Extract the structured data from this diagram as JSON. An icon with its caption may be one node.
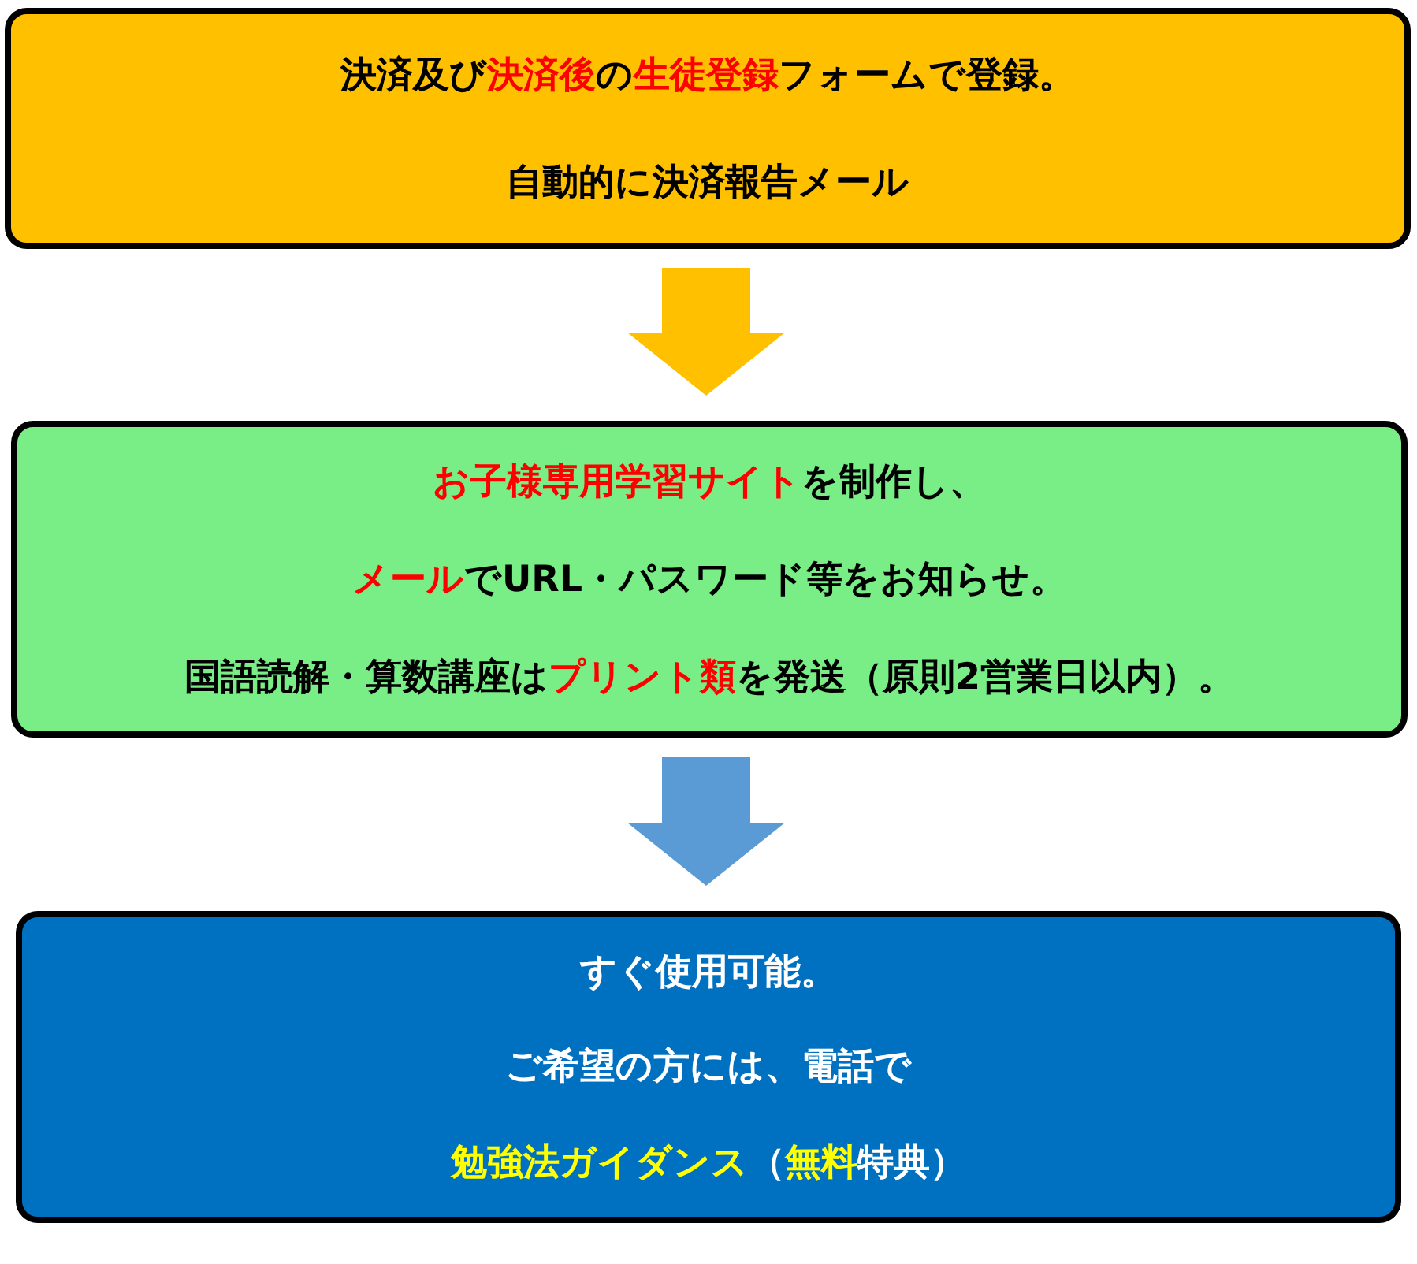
{
  "diagram": {
    "nodes": [
      {
        "text": [
          "決済及び**決済後**の**生徒登録**フォームで登録。",
          "自動的に決済報告メール"
        ]
      },
      {
        "text": [
          "**お子様専用学習サイト**を制作し、",
          "**メール**でURL・パスワード等をお知らせ。",
          "国語読解・算数講座は**プリント類**を発送（原則2営業日以内）。"
        ]
      },
      {
        "text": [
          "すぐ使用可能。",
          "ご希望の方には、電話で",
          "**勉強法ガイダンス**（**無料**特典）"
        ]
      }
    ],
    "edges": [
      {
        "from": 0,
        "to": 1,
        "arrow": "to",
        "color": "#ffc000"
      },
      {
        "from": 1,
        "to": 2,
        "arrow": "to",
        "color": "#5b9bd5"
      }
    ]
  }
}
